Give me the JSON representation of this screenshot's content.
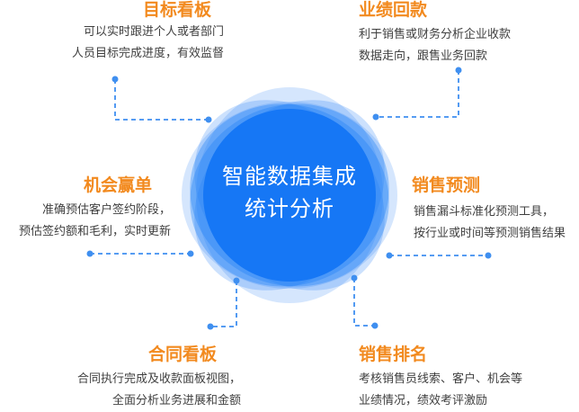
{
  "center": {
    "line1": "智能数据集成",
    "line2": "统计分析"
  },
  "features": {
    "target_board": {
      "title": "目标看板",
      "line1": "可以实时跟进个人或者部门",
      "line2": "人员目标完成进度，有效监督"
    },
    "payment": {
      "title": "业绩回款",
      "line1": "利于销售或财务分析企业收款",
      "line2": "数据走向，跟售业务回款"
    },
    "opportunity": {
      "title": "机会赢单",
      "line1": "准确预估客户签约阶段，",
      "line2": "预估签约额和毛利，实时更新"
    },
    "forecast": {
      "title": "销售预测",
      "line1": "销售漏斗标准化预测工具，",
      "line2": "按行业或时间等预测销售结果"
    },
    "contract": {
      "title": "合同看板",
      "line1": "合同执行完成及收款面板视图，",
      "line2": "全面分析业务进展和金额"
    },
    "ranking": {
      "title": "销售排名",
      "line1": "考核销售员线索、客户、机会等",
      "line2": "业绩情况，绩效考评激励"
    }
  },
  "colors": {
    "accent": "#f28a1f",
    "center_blue": "#1677f5",
    "connector_blue": "#3f8ff0"
  }
}
